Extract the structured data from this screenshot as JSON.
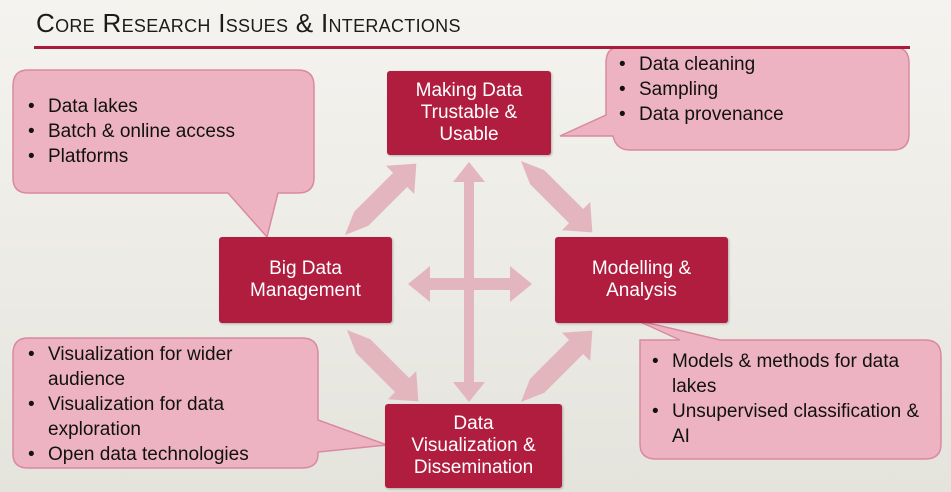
{
  "title": "Core Research Issues & Interactions",
  "colors": {
    "node_fill": "#b01d3f",
    "callout_fill": "#eeb3c2",
    "callout_stroke": "#d98aa0",
    "arrow_fill": "#e3b6be",
    "rule": "#a81b3c"
  },
  "nodes": {
    "making_data": "Making Data\nTrustable &\nUsable",
    "big_data": "Big Data\nManagement",
    "modelling": "Modelling &\nAnalysis",
    "visualization": "Data\nVisualization &\nDissemination"
  },
  "callouts": {
    "top_left": [
      "Data lakes",
      "Batch & online access",
      "Platforms"
    ],
    "top_right": [
      "Data cleaning",
      "Sampling",
      "Data provenance"
    ],
    "bottom_left": [
      "Visualization for wider audience",
      "Visualization for data exploration",
      "Open data technologies"
    ],
    "bottom_right": [
      "Models & methods for data lakes",
      "Unsupervised classification & AI"
    ]
  }
}
